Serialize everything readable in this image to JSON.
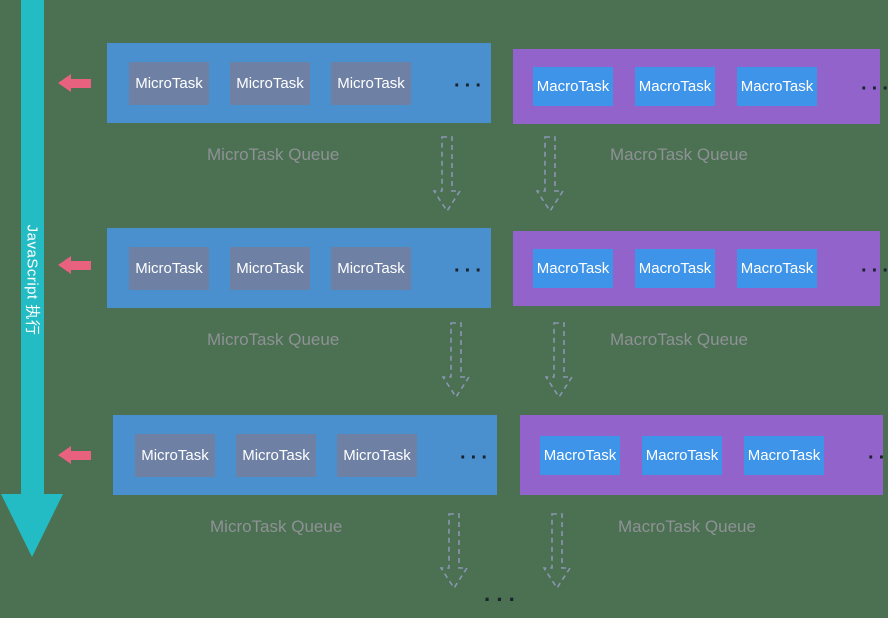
{
  "execution_bar": {
    "label": "JavaScript 执行"
  },
  "rows": [
    {
      "micro": {
        "tasks": [
          "MicroTask",
          "MicroTask",
          "MicroTask"
        ],
        "ellipsis": "···",
        "queue_label": "MicroTask Queue"
      },
      "macro": {
        "tasks": [
          "MacroTask",
          "MacroTask",
          "MacroTask"
        ],
        "ellipsis": "···",
        "queue_label": "MacroTask Queue"
      }
    },
    {
      "micro": {
        "tasks": [
          "MicroTask",
          "MicroTask",
          "MicroTask"
        ],
        "ellipsis": "···",
        "queue_label": "MicroTask Queue"
      },
      "macro": {
        "tasks": [
          "MacroTask",
          "MacroTask",
          "MacroTask"
        ],
        "ellipsis": "···",
        "queue_label": "MacroTask Queue"
      }
    },
    {
      "micro": {
        "tasks": [
          "MicroTask",
          "MicroTask",
          "MicroTask"
        ],
        "ellipsis": "···",
        "queue_label": "MicroTask Queue"
      },
      "macro": {
        "tasks": [
          "MacroTask",
          "MacroTask",
          "MacroTask"
        ],
        "ellipsis": "···",
        "queue_label": "MacroTask Queue"
      }
    }
  ],
  "bottom_ellipsis": "···",
  "colors": {
    "background": "#4b7052",
    "execution_arrow": "#24bcc4",
    "execution_text": "#ffffff",
    "return_arrow": "#e8617f",
    "microtask_container": "#4a90cf",
    "microtask_item": "#6e81a4",
    "macrotask_container": "#9263cb",
    "macrotask_item": "#3e94e8",
    "task_text": "#ffffff",
    "queue_label": "#8e9295",
    "dashed_arrow": "#8a96b2",
    "ellipsis": "#1a222e"
  }
}
